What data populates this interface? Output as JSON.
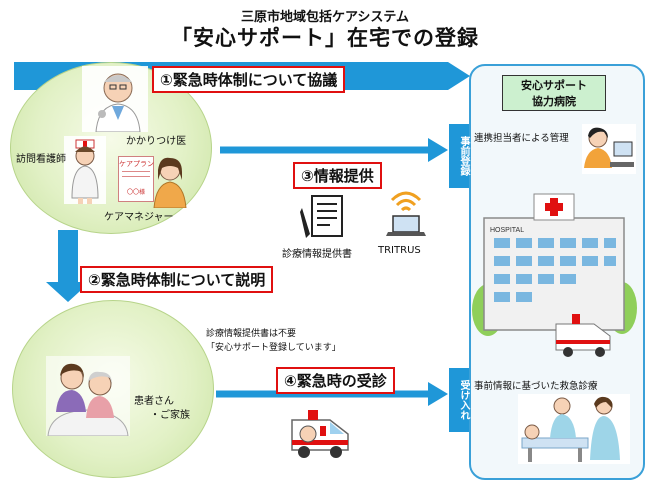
{
  "header": {
    "title": "三原市地域包括ケアシステム",
    "subtitle": "「安心サポート」在宅での登録"
  },
  "steps": {
    "step1": "①緊急時体制について協議",
    "step2": "②緊急時体制について説明",
    "step3": "③情報提供",
    "step4": "④緊急時の受診"
  },
  "actors": {
    "family_doctor": "かかりつけ医",
    "visiting_nurse": "訪問看護師",
    "care_manager": "ケアマネジャー",
    "care_plan_card": "ケアプラン",
    "care_plan_name": "〇〇様",
    "patient": "患者さん",
    "family": "・ご家族"
  },
  "info": {
    "doc_label": "診療情報提供書",
    "device_label": "TRITRUS",
    "note_line1": "診療情報提供書は不要",
    "note_line2": "「安心サポート登録しています」"
  },
  "hospital": {
    "title_line1": "安心サポート",
    "title_line2": "協力病院",
    "tab_prereg": "事前登録",
    "tab_accept": "受け入れ",
    "manager_label": "連携担当者による管理",
    "emergency_label": "事前情報に基づいた救急診療",
    "sign": "HOSPITAL"
  },
  "colors": {
    "arrow_blue": "#1f97d8",
    "step_border": "#e01010",
    "circle_green": "#e2f1c6",
    "hospital_title_bg": "#ccf0cf"
  }
}
